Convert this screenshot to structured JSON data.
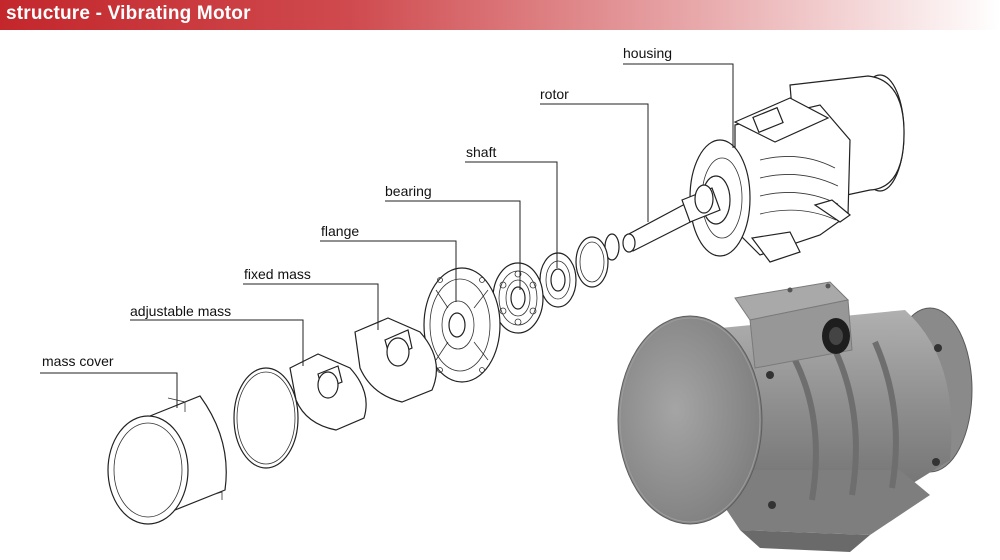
{
  "header": {
    "title": "structure - Vibrating Motor"
  },
  "labels": {
    "housing": "housing",
    "rotor": "rotor",
    "shaft": "shaft",
    "bearing": "bearing",
    "flange": "flange",
    "fixed_mass": "fixed mass",
    "adjustable_mass": "adjustable mass",
    "mass_cover": "mass cover"
  },
  "colors": {
    "header_red": "#c3272c",
    "motor_gray": "#8f8f8f"
  }
}
